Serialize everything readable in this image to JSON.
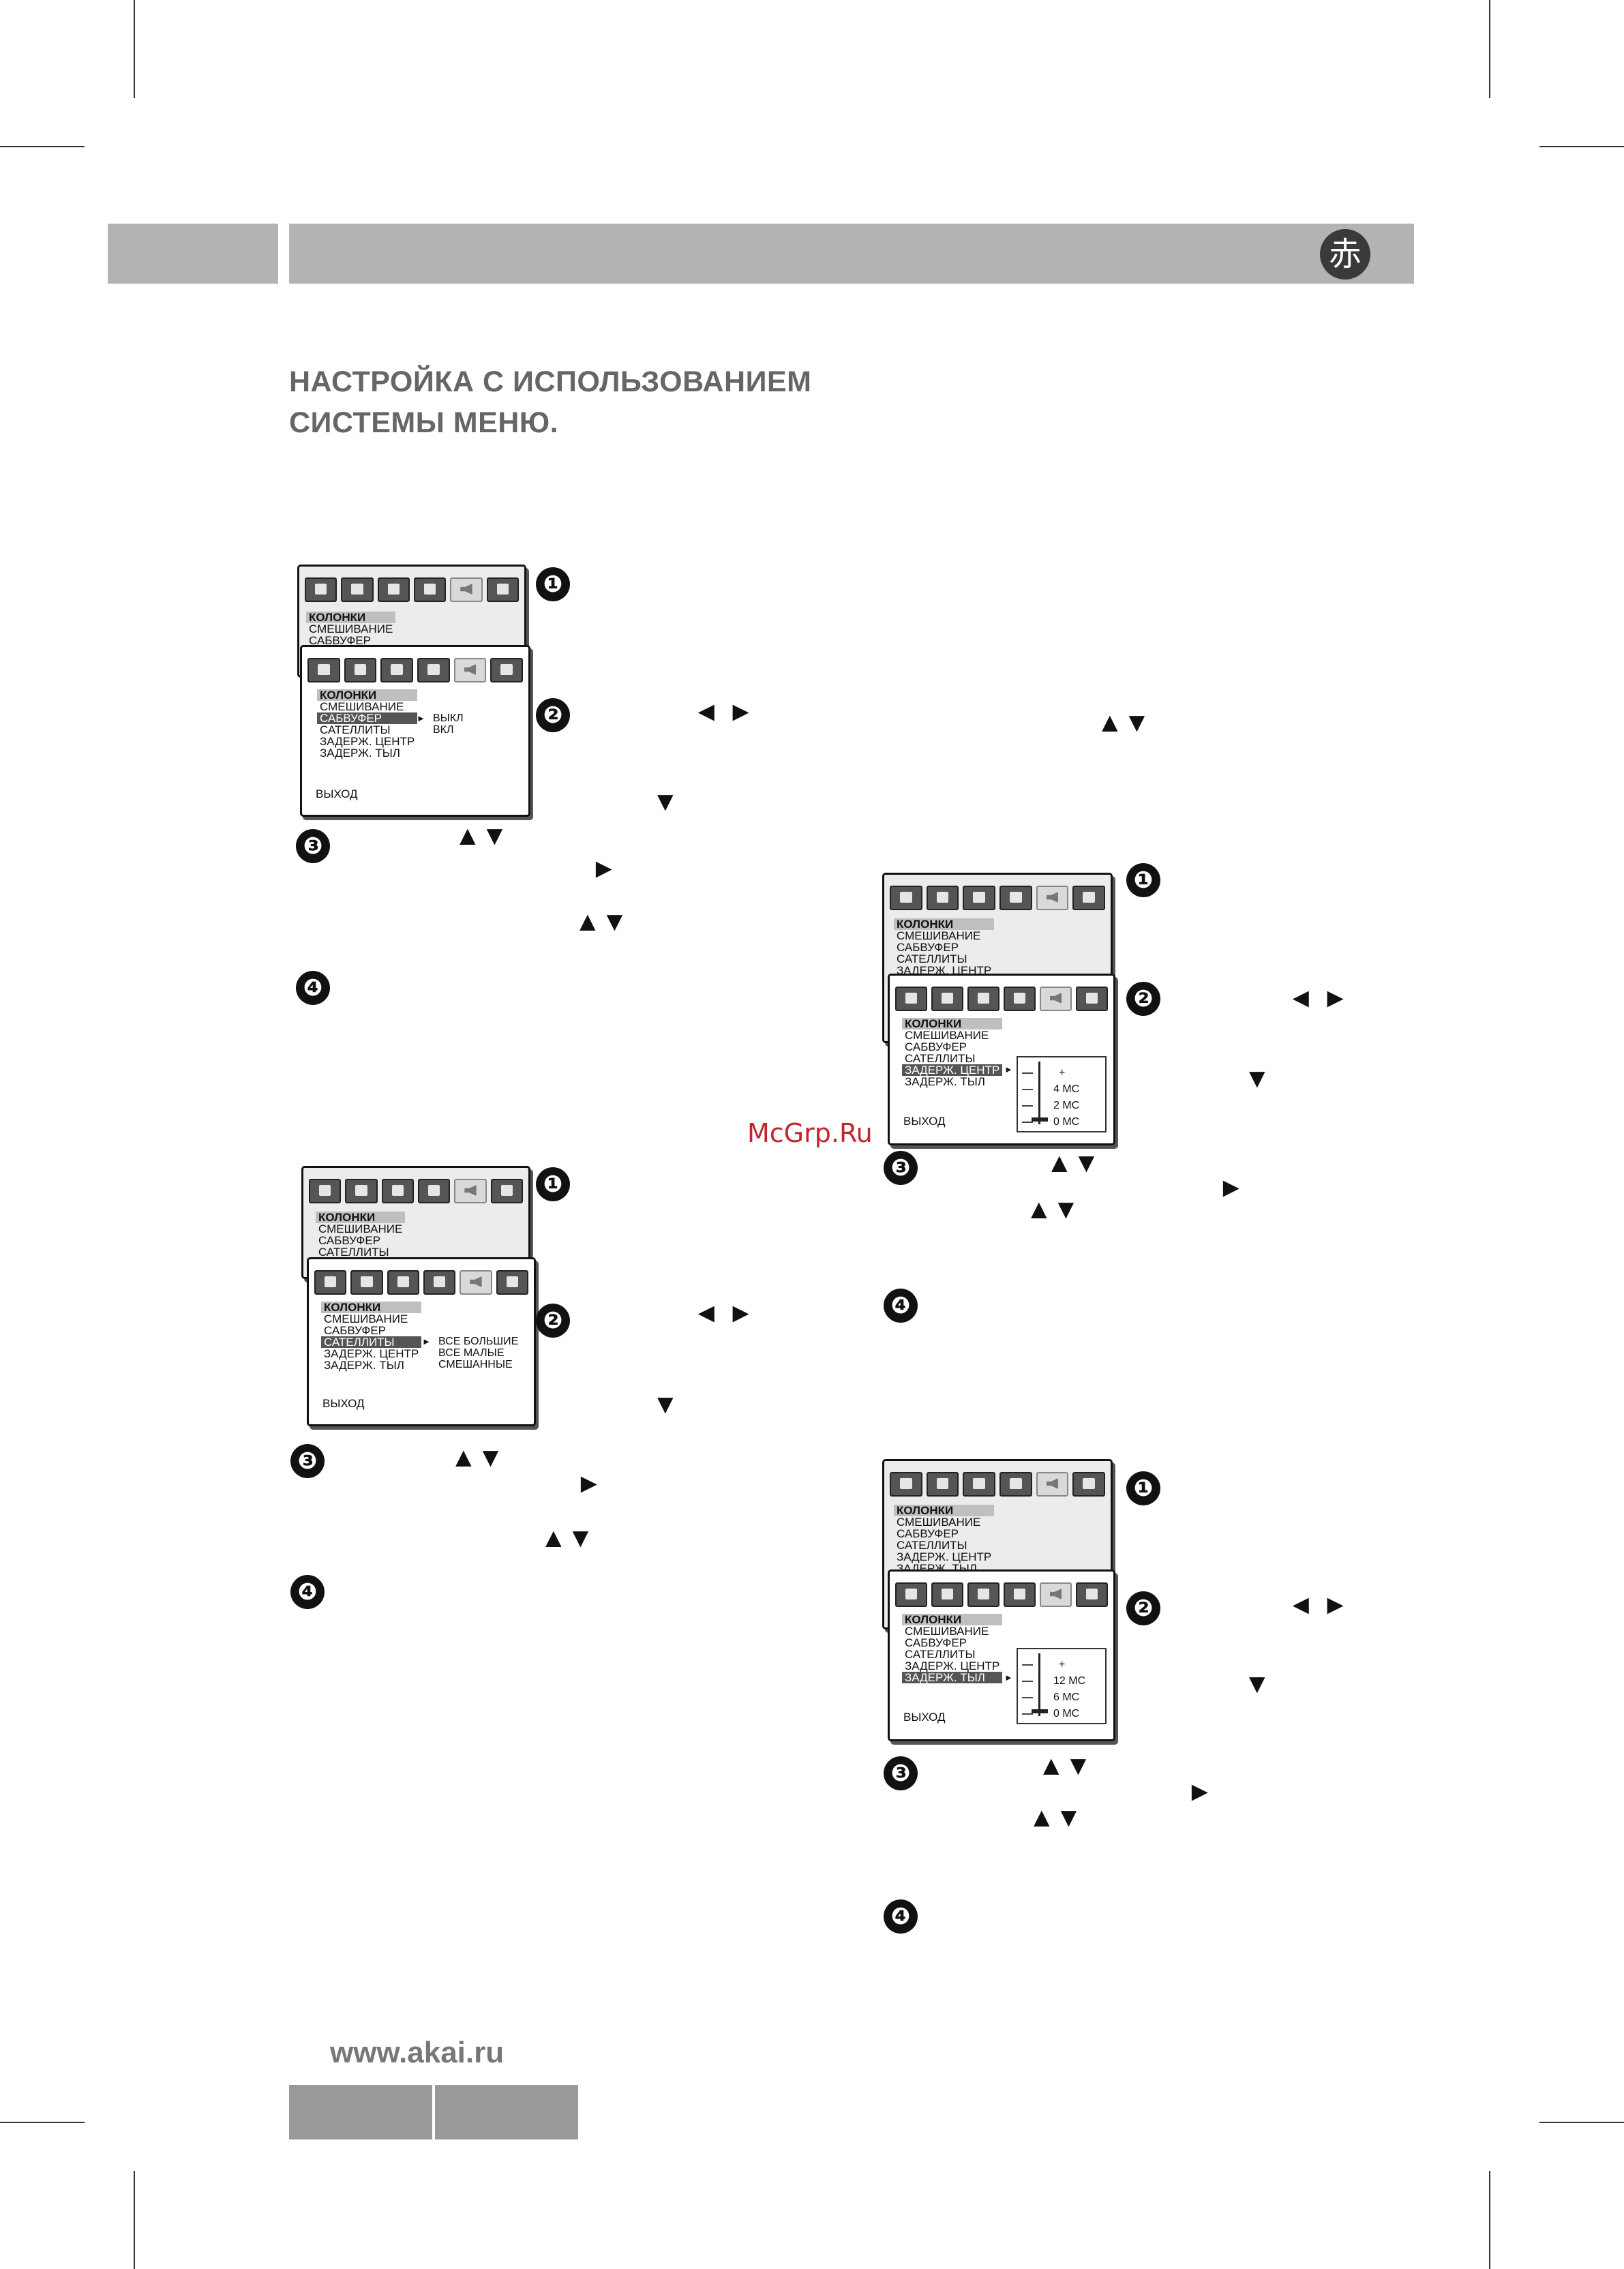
{
  "header": {
    "logo_char": "赤"
  },
  "heading": {
    "line1": "НАСТРОЙКА С ИСПОЛЬЗОВАНИЕМ",
    "line2": "СИСТЕМЫ МЕНЮ."
  },
  "steps": {
    "s1": "❶",
    "s2": "❷",
    "s3": "❸",
    "s4": "❹"
  },
  "arrows": {
    "leftright": "◄ ►",
    "updown": "▲▼",
    "down": "▼",
    "right": "►"
  },
  "menu_items": {
    "speakers": "КОЛОНКИ",
    "mixing": "СМЕШИВАНИЕ",
    "subwoofer": "САБВУФЕР",
    "satellites": "САТЕЛЛИТЫ",
    "delay_center": "ЗАДЕРЖ. ЦЕНТР",
    "delay_rear": "ЗАДЕРЖ. ТЫЛ",
    "exit": "ВЫХОД"
  },
  "subwoofer_options": [
    "ВЫКЛ",
    "ВКЛ"
  ],
  "satellite_options": [
    "ВСЕ БОЛЬШИЕ",
    "ВСЕ МАЛЫЕ",
    "СМЕШАННЫЕ"
  ],
  "center_delay_scale": [
    "+",
    "4 МС",
    "2 МС",
    "0 МС"
  ],
  "rear_delay_scale": [
    "+",
    "12 МС",
    "6 МС",
    "0 МС"
  ],
  "watermark": "McGrp.Ru",
  "footer": {
    "url": "www.akai.ru"
  }
}
